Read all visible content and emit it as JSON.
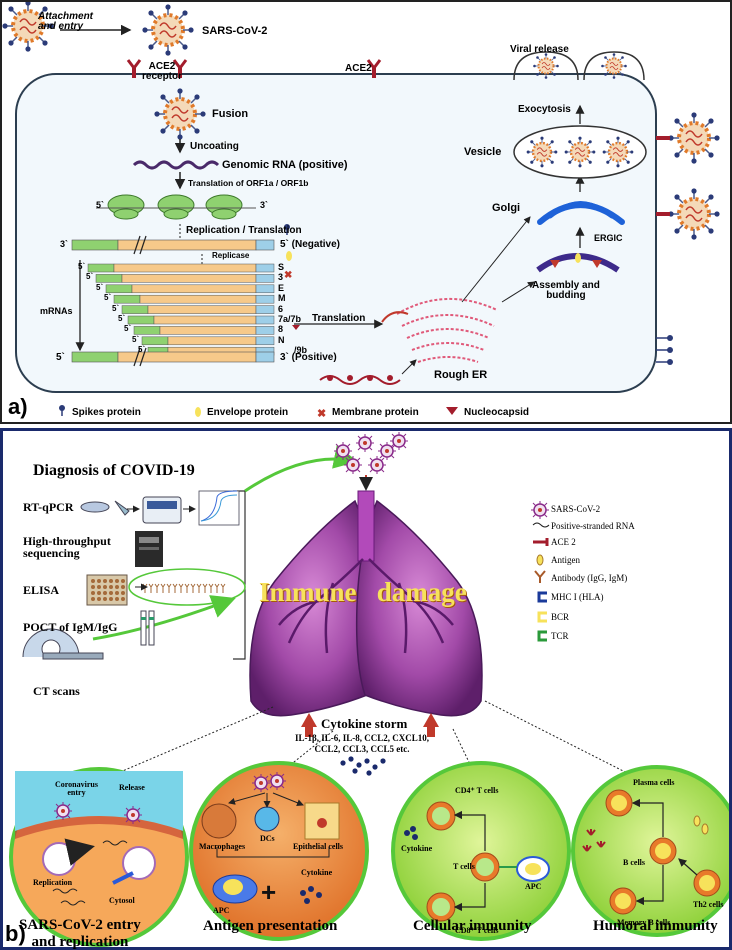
{
  "panel_a": {
    "label": "a)",
    "attachment": "Attachment\nand entry",
    "virus": "SARS-CoV-2",
    "ace2_receptor": "ACE2\nreceptor",
    "ace2": "ACE2",
    "fusion": "Fusion",
    "uncoating": "Uncoating",
    "genomic_rna": "Genomic RNA (positive)",
    "translation_orf": "Translation of ORF1a / ORF1b",
    "rep_trans": "Replication / Translation",
    "negative": "5` (Negative)",
    "replicase": "Replicase",
    "mrnas": "mRNAs",
    "five": "5`",
    "three": "3`",
    "positive": "3` (Positive)",
    "gene_labels": [
      "S",
      "3",
      "E",
      "M",
      "6",
      "7a/7b",
      "8",
      "N",
      "/9b"
    ],
    "translation": "Translation",
    "rough_er": "Rough ER",
    "assembly": "Assembly and\nbudding",
    "ergic": "ERGIC",
    "golgi": "Golgi",
    "vesicle": "Vesicle",
    "exocytosis": "Exocytosis",
    "viral_release": "Viral release",
    "legend": [
      "Spikes protein",
      "Envelope protein",
      "Membrane protein",
      "Nucleocapsid"
    ]
  },
  "panel_b": {
    "label": "b)",
    "diag_title": "Diagnosis of COVID-19",
    "methods": [
      "RT-qPCR",
      "High-throughput\nsequencing",
      "ELISA",
      "POCT of IgM/IgG",
      "CT scans"
    ],
    "immune_damage": "Immune   damage",
    "legend": [
      "SARS-CoV-2",
      "Positive-stranded RNA",
      "ACE 2",
      "Antigen",
      "Antibody (IgG, IgM)",
      "MHC I (HLA)",
      "BCR",
      "TCR"
    ],
    "cytokine_storm": "Cytokine storm",
    "cytokines": "IL-1β, IL-6, IL-8, CCL2, CXCL10,\nCCL2, CCL3, CCL5 etc.",
    "c1": {
      "title": "SARS-CoV-2 entry\nand replication",
      "entry": "Coronavirus\nentry",
      "release": "Release",
      "replication": "Replication",
      "cytosol": "Cytosol"
    },
    "c2": {
      "title": "Antigen presentation",
      "macro": "Macrophages",
      "dcs": "DCs",
      "epi": "Epithelial cells",
      "cytokine": "Cytokine",
      "apc": "APC"
    },
    "c3": {
      "title": "Cellular immunity",
      "cd4": "CD4⁺ T cells",
      "cytokine": "Cytokine",
      "tcells": "T cells",
      "apc": "APC",
      "cd8": "CD8⁺ T cells"
    },
    "c4": {
      "title": "Humoral immunity",
      "plasma": "Plasma cells",
      "bcells": "B cells",
      "th2": "Th2 cells",
      "memory": "Memory B cells"
    }
  }
}
